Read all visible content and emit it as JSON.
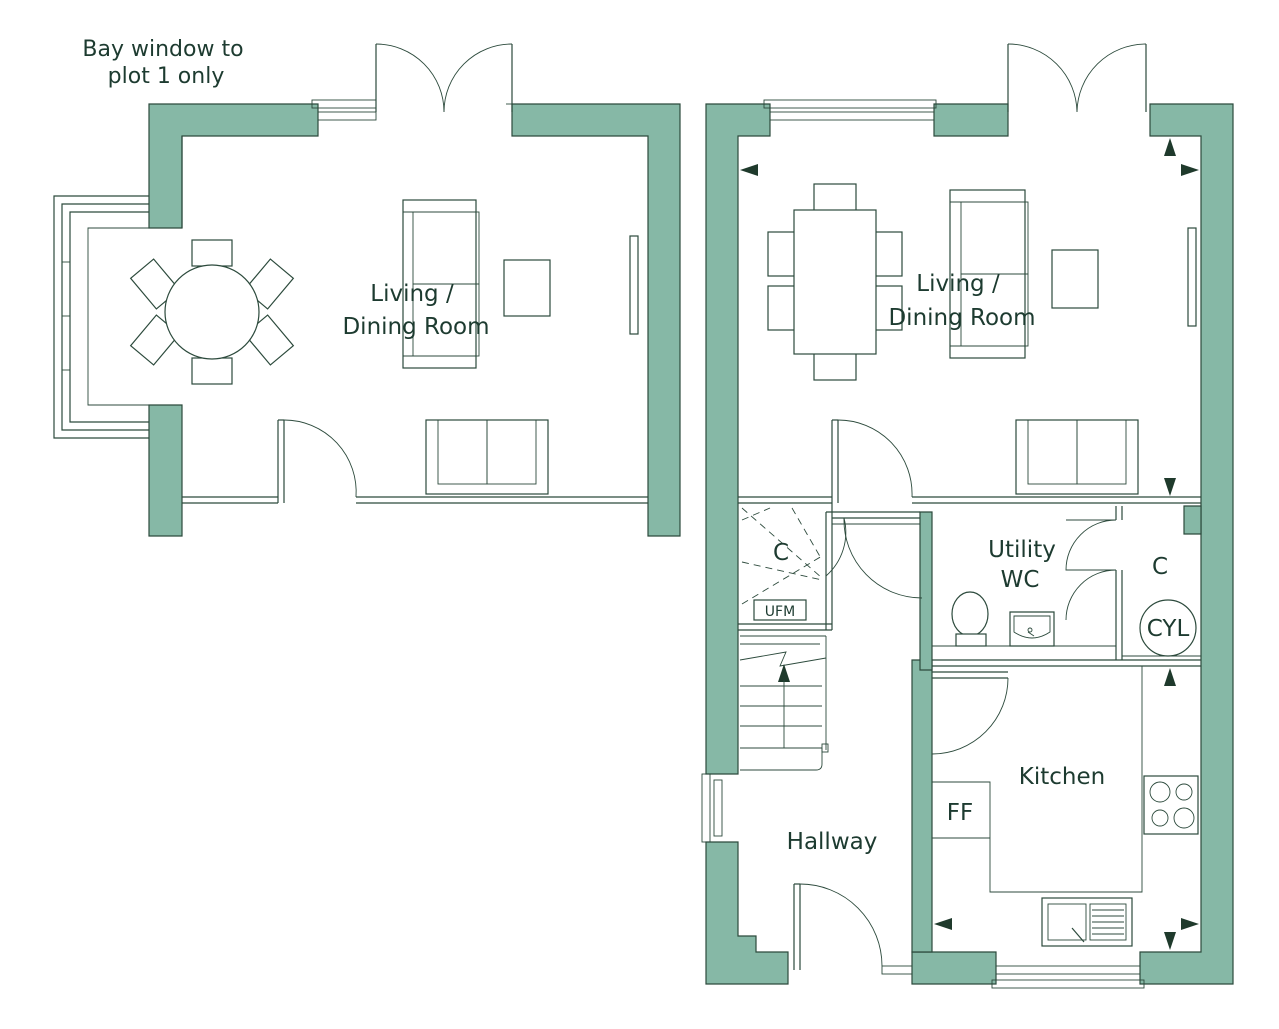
{
  "note": {
    "line1": "Bay window to",
    "line2": "plot 1 only"
  },
  "left_plan": {
    "room_line1": "Living /",
    "room_line2": "Dining Room"
  },
  "right_plan": {
    "living_line1": "Living /",
    "living_line2": "Dining Room",
    "cupboard_under_stairs": "C",
    "ufm": "UFM",
    "utility_line1": "Utility",
    "utility_line2": "WC",
    "cupboard": "C",
    "cylinder": "CYL",
    "kitchen": "Kitchen",
    "fridge_freezer": "FF",
    "hallway": "Hallway"
  },
  "colors": {
    "wall": "#86b8a6",
    "line": "#2c4a3c",
    "text": "#1d3b30"
  }
}
